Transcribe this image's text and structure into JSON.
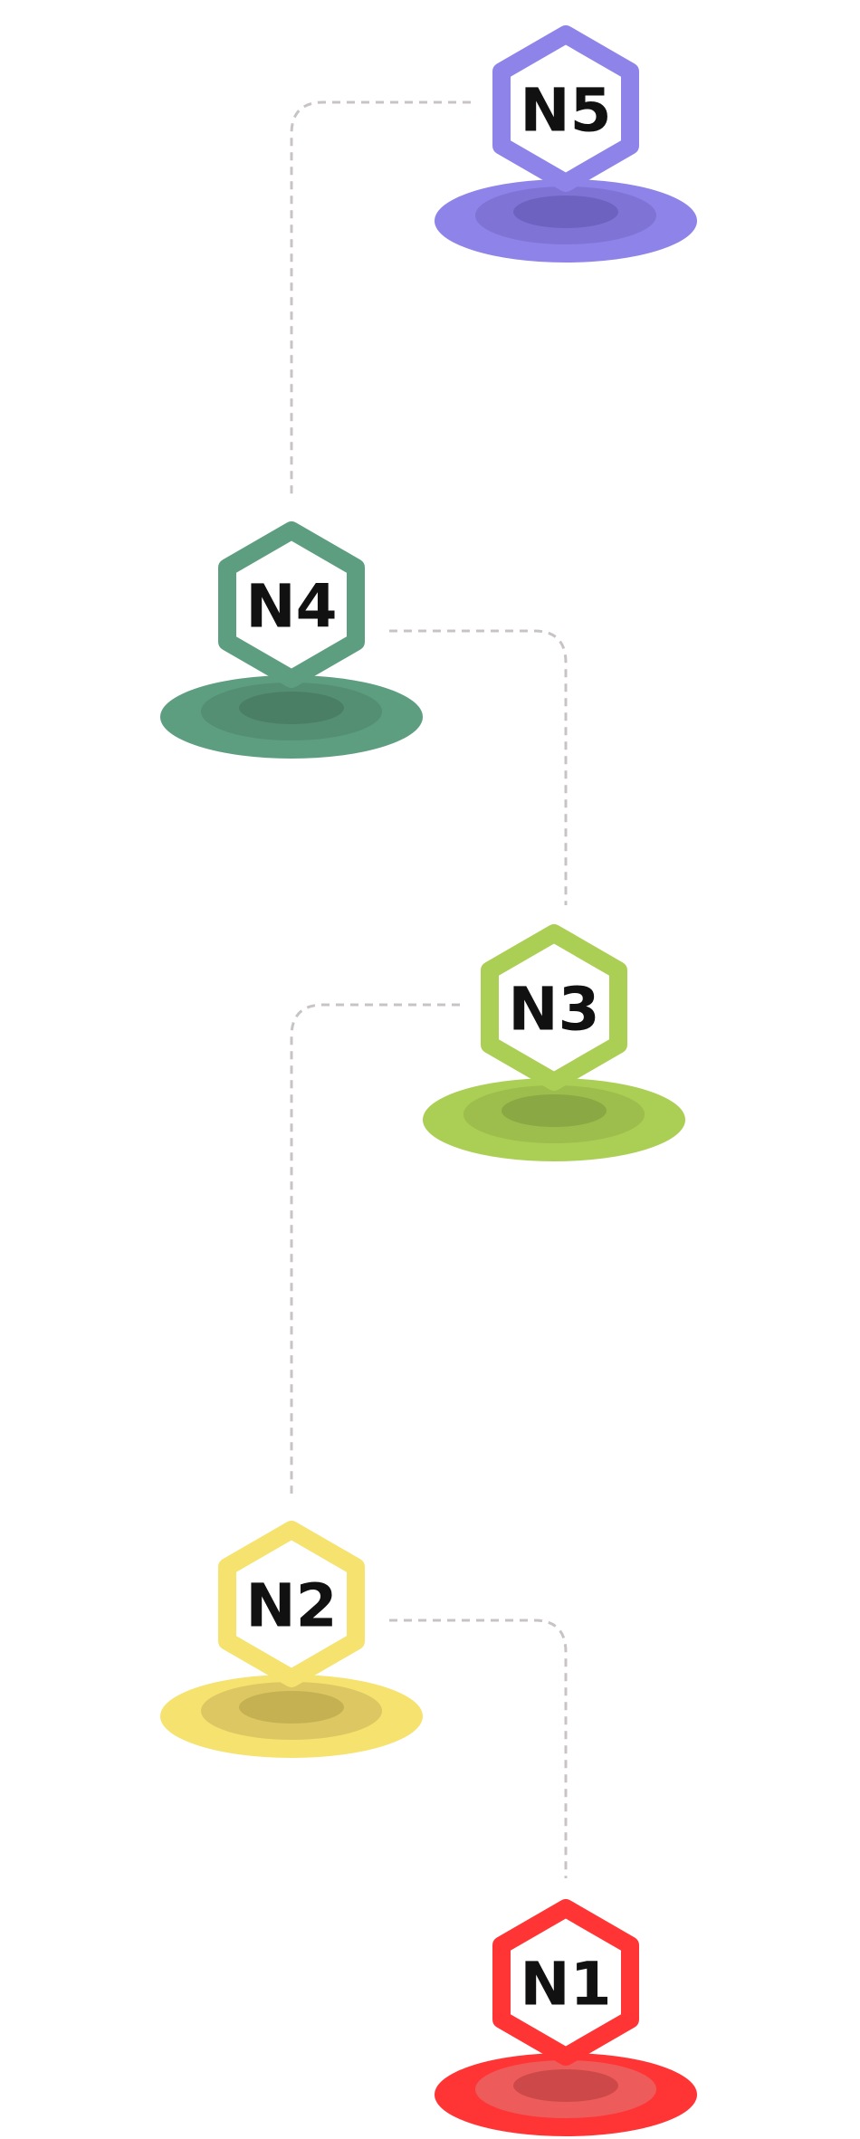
{
  "nodes": [
    {
      "id": "n5",
      "label": "N5",
      "color": "#8e83e8",
      "plate_mid": "#7f73d6",
      "plate_dark": "#6d62bf"
    },
    {
      "id": "n4",
      "label": "N4",
      "color": "#5d9e80",
      "plate_mid": "#548f73",
      "plate_dark": "#4a7f66"
    },
    {
      "id": "n3",
      "label": "N3",
      "color": "#abcf55",
      "plate_mid": "#9dbd4c",
      "plate_dark": "#8aa843"
    },
    {
      "id": "n2",
      "label": "N2",
      "color": "#f6e26e",
      "plate_mid": "#dcc763",
      "plate_dark": "#c5b152"
    },
    {
      "id": "n1",
      "label": "N1",
      "color": "#ff3535",
      "plate_mid": "#ee5b5b",
      "plate_dark": "#cd4949"
    }
  ],
  "connector_color": "#c8c4c4"
}
